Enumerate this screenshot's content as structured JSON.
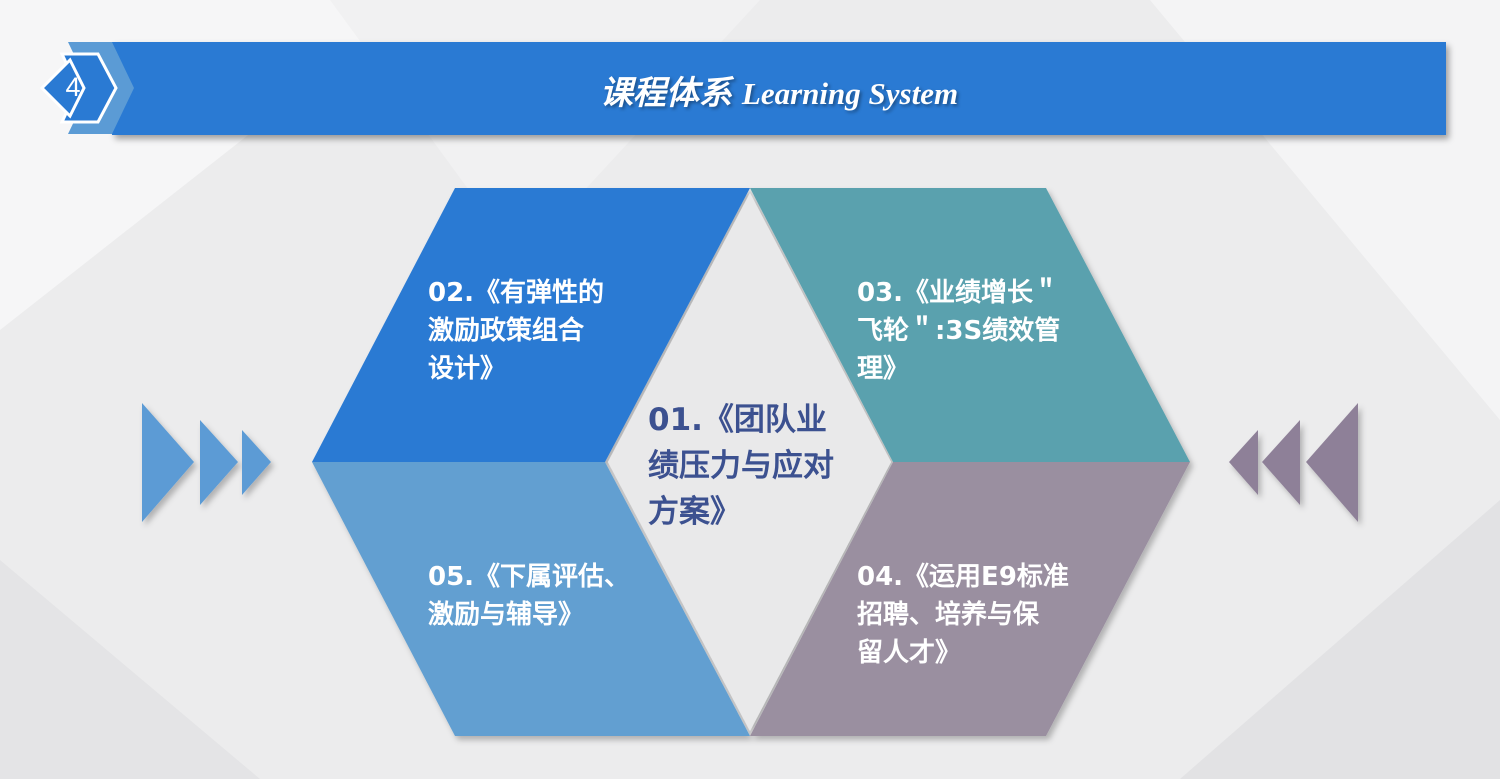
{
  "header": {
    "badge_number": "4",
    "title_cn": "课程体系",
    "title_en": "Learning System"
  },
  "modules": [
    {
      "text": "01.《团队业\n绩压力与应对\n方案》",
      "color": "#3c5190"
    },
    {
      "text": "02.《有弹性的\n激励政策组合\n设计》",
      "color": "#2a7ad3"
    },
    {
      "text": "03.《业绩增长＂\n飞轮＂:3S绩效管\n理》",
      "color": "#5aa1ae"
    },
    {
      "text": "04.《运用E9标准\n招聘、培养与保\n留人才》",
      "color": "#9a8fa0"
    },
    {
      "text": "05.《下属评估、\n激励与辅导》",
      "color": "#629fd1"
    }
  ],
  "colors": {
    "accent_blue": "#2a7ad3",
    "left_arrows": "#5b9bd5",
    "right_arrows": "#8e8098"
  }
}
